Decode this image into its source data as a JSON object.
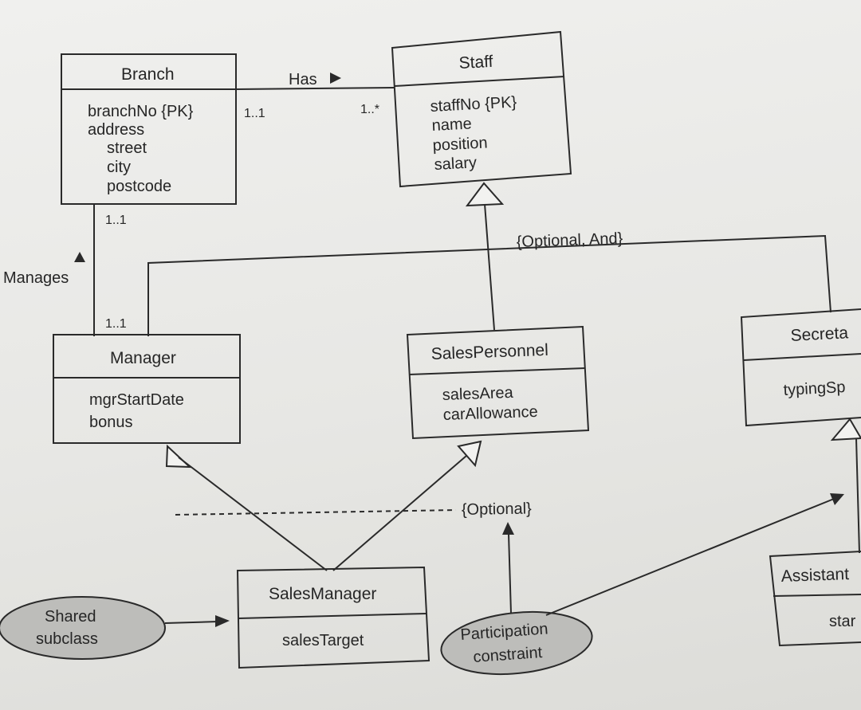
{
  "classes": {
    "branch": {
      "name": "Branch",
      "attributes": [
        "branchNo {PK}",
        "address",
        "street",
        "city",
        "postcode"
      ]
    },
    "staff": {
      "name": "Staff",
      "attributes": [
        "staffNo {PK}",
        "name",
        "position",
        "salary"
      ]
    },
    "manager": {
      "name": "Manager",
      "attributes": [
        "mgrStartDate",
        "bonus"
      ]
    },
    "sales_personnel": {
      "name": "SalesPersonnel",
      "attributes": [
        "salesArea",
        "carAllowance"
      ]
    },
    "secretary": {
      "name": "Secreta",
      "attributes": [
        "typingSp"
      ]
    },
    "sales_manager": {
      "name": "SalesManager",
      "attributes": [
        "salesTarget"
      ]
    },
    "assistant": {
      "name": "Assistant",
      "attributes": [
        "star"
      ]
    }
  },
  "associations": {
    "has": {
      "label": "Has",
      "mult_branch": "1..1",
      "mult_staff": "1..*"
    },
    "manages": {
      "label": "Manages",
      "mult_branch": "1..1",
      "mult_manager": "1..1"
    }
  },
  "constraints": {
    "optional_and": "{Optional, And}",
    "optional": "{Optional}"
  },
  "callouts": {
    "shared_subclass": [
      "Shared",
      "subclass"
    ],
    "participation_constraint": [
      "Participation",
      "constraint"
    ]
  }
}
